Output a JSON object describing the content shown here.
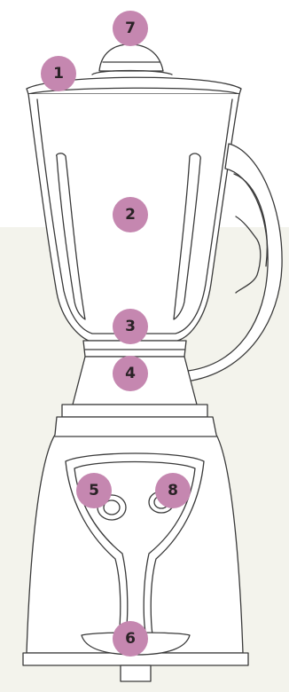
{
  "colors": {
    "background_top": "#ffffff",
    "background_bottom": "#f3f3ec",
    "marker_fill": "#c587b0",
    "line": "#3a3a3a"
  },
  "markers": [
    {
      "id": "lid",
      "number": "1"
    },
    {
      "id": "jar",
      "number": "2"
    },
    {
      "id": "blade-assembly",
      "number": "3"
    },
    {
      "id": "jar-base-collar",
      "number": "4"
    },
    {
      "id": "left-control-knob",
      "number": "5"
    },
    {
      "id": "drip-tray",
      "number": "6"
    },
    {
      "id": "lid-cap",
      "number": "7"
    },
    {
      "id": "right-control-knob",
      "number": "8"
    }
  ]
}
